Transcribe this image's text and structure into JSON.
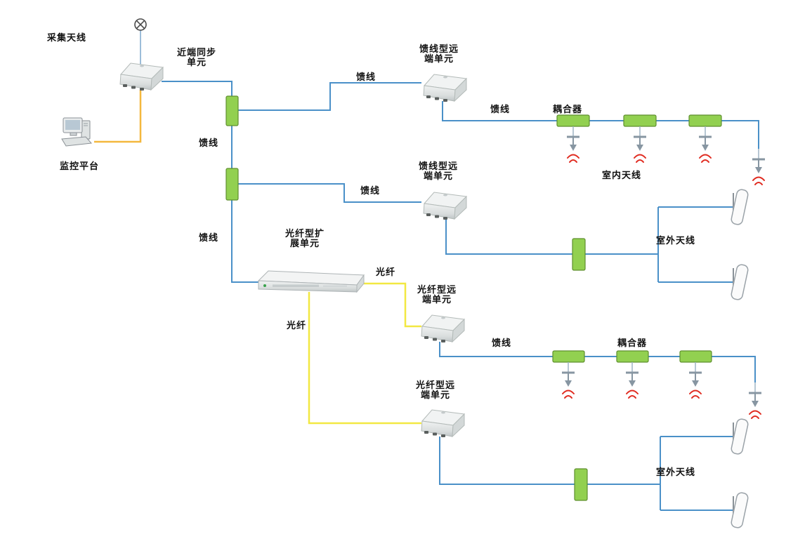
{
  "diagram": {
    "colors": {
      "feeder_line": "#4a90c8",
      "fiber_line": "#f2e842",
      "monitor_line": "#f4b83e",
      "splitter_fill": "#92d050",
      "splitter_stroke": "#5f8f2f",
      "signal_arc": "#e02b20"
    },
    "nodes": {
      "collect_antenna": "采集天线",
      "near_end_sync_unit": "近端同步\n单元",
      "monitor_platform": "监控平台",
      "feeder_remote_unit": "馈线型远\n端单元",
      "fiber_expansion_unit": "光纤型扩\n展单元",
      "fiber_remote_unit": "光纤型远\n端单元",
      "coupler": "耦合器",
      "indoor_antenna": "室内天线",
      "outdoor_antenna": "室外天线"
    },
    "links": {
      "feeder": "馈线",
      "fiber": "光纤"
    }
  }
}
